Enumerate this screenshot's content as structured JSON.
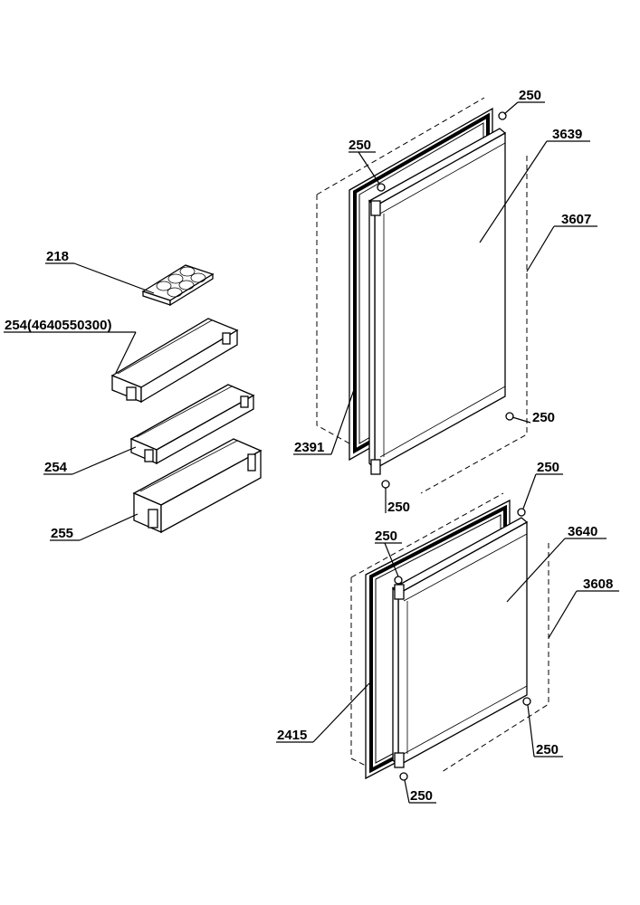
{
  "labels": {
    "l218": "218",
    "l254a": "254(4640550300)",
    "l254": "254",
    "l255": "255",
    "l2391": "2391",
    "l3639": "3639",
    "l3607": "3607",
    "l250_1": "250",
    "l250_2": "250",
    "l250_3": "250",
    "l250_4": "250",
    "l250_5": "250",
    "l250_6": "250",
    "l250_7": "250",
    "l250_8": "250",
    "l3640": "3640",
    "l3608": "3608",
    "l2415": "2415"
  },
  "colors": {
    "ink": "#000000",
    "paper": "#ffffff",
    "gasket": "#3a3a3a"
  }
}
